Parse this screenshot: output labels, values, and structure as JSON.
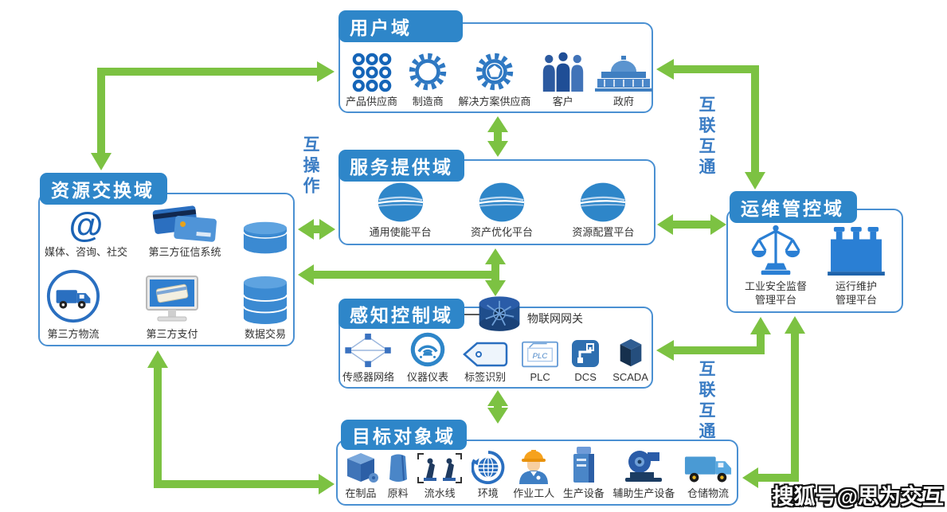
{
  "colors": {
    "arrow_green": "#7cc242",
    "header_blue": "#2e86c9",
    "box_border": "#4a90d2",
    "edge_label_blue": "#3a7cc4"
  },
  "watermark": {
    "text": "搜狐号@思为交互"
  },
  "edge_labels": {
    "interop": "互操作",
    "interconnect_top": "互联互通",
    "interconnect_bottom": "互联互通"
  },
  "domains": {
    "user": {
      "title": "用户域",
      "items": [
        {
          "label": "产品供应商",
          "icon": "grid-circles-icon"
        },
        {
          "label": "制造商",
          "icon": "gear-icon"
        },
        {
          "label": "解决方案供应商",
          "icon": "gear-globe-icon"
        },
        {
          "label": "客户",
          "icon": "people-icon"
        },
        {
          "label": "政府",
          "icon": "government-building-icon"
        }
      ]
    },
    "service": {
      "title": "服务提供域",
      "items": [
        {
          "label": "通用使能平台",
          "icon": "platform-sphere-icon"
        },
        {
          "label": "资产优化平台",
          "icon": "platform-sphere-icon"
        },
        {
          "label": "资源配置平台",
          "icon": "platform-sphere-icon"
        }
      ]
    },
    "resource": {
      "title": "资源交换域",
      "items": [
        {
          "label": "媒体、咨询、社交",
          "icon": "at-sign-icon"
        },
        {
          "label": "第三方征信系统",
          "icon": "credit-cards-icon"
        },
        {
          "label": "",
          "icon": "database-icon"
        },
        {
          "label": "第三方物流",
          "icon": "truck-circle-icon"
        },
        {
          "label": "第三方支付",
          "icon": "monitor-payment-icon"
        },
        {
          "label": "数据交易",
          "icon": "database-stack-icon"
        }
      ]
    },
    "perception": {
      "title": "感知控制域",
      "gateway_label": "物联网网关",
      "items": [
        {
          "label": "传感器网络",
          "icon": "sensor-network-icon"
        },
        {
          "label": "仪器仪表",
          "icon": "gauge-icon"
        },
        {
          "label": "标签识别",
          "icon": "tag-icon"
        },
        {
          "label": "PLC",
          "icon": "plc-icon"
        },
        {
          "label": "DCS",
          "icon": "dcs-icon"
        },
        {
          "label": "SCADA",
          "icon": "cube-icon"
        }
      ]
    },
    "operations": {
      "title": "运维管控域",
      "items": [
        {
          "label": "工业安全监督\n管理平台",
          "icon": "balance-scale-icon"
        },
        {
          "label": "运行维护\n管理平台",
          "icon": "fortress-icon"
        }
      ]
    },
    "target": {
      "title": "目标对象域",
      "items": [
        {
          "label": "在制品",
          "icon": "box-3d-icon"
        },
        {
          "label": "原料",
          "icon": "material-icon"
        },
        {
          "label": "流水线",
          "icon": "assembly-line-icon"
        },
        {
          "label": "环境",
          "icon": "globe-icon"
        },
        {
          "label": "作业工人",
          "icon": "worker-icon"
        },
        {
          "label": "生产设备",
          "icon": "machine-icon"
        },
        {
          "label": "辅助生产设备",
          "icon": "pump-icon"
        },
        {
          "label": "仓储物流",
          "icon": "truck-icon"
        }
      ]
    }
  }
}
